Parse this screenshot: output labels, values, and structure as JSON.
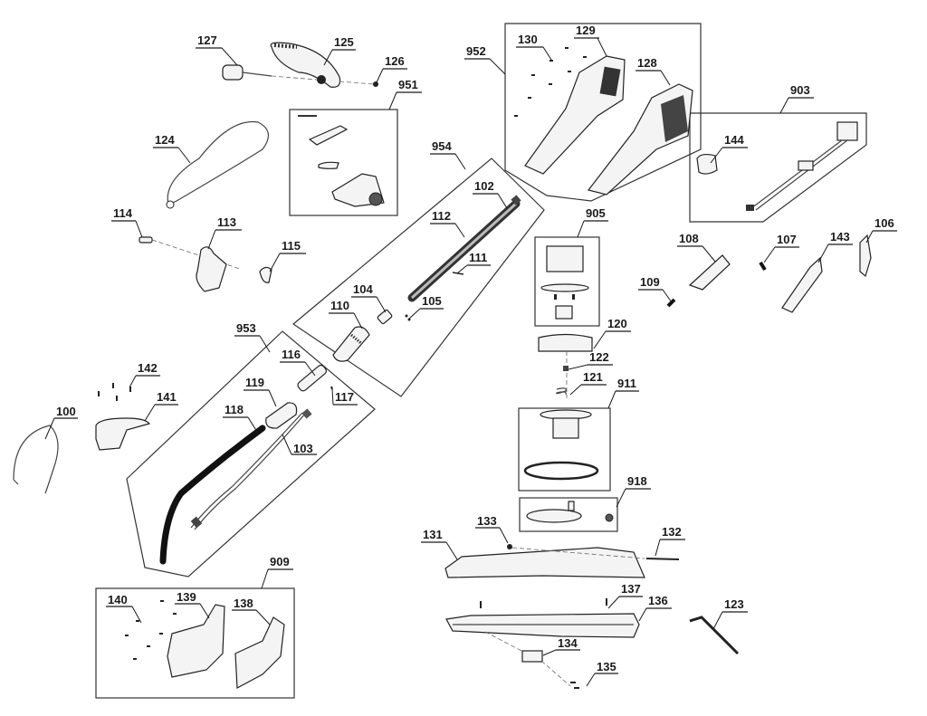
{
  "diagram": {
    "title": "Exploded parts diagram - cordless grass trimmer",
    "colors": {
      "line": "#1a1a1a",
      "background": "#ffffff",
      "part_fill": "#f4f4f4"
    },
    "labels": {
      "l100": "100",
      "l102": "102",
      "l103": "103",
      "l104": "104",
      "l105": "105",
      "l106": "106",
      "l107": "107",
      "l108": "108",
      "l109": "109",
      "l110": "110",
      "l111": "111",
      "l112": "112",
      "l113": "113",
      "l114": "114",
      "l115": "115",
      "l116": "116",
      "l117": "117",
      "l118": "118",
      "l119": "119",
      "l120": "120",
      "l121": "121",
      "l122": "122",
      "l123": "123",
      "l124": "124",
      "l125": "125",
      "l126": "126",
      "l127": "127",
      "l128": "128",
      "l129": "129",
      "l130": "130",
      "l131": "131",
      "l132": "132",
      "l133": "133",
      "l134": "134",
      "l135": "135",
      "l136": "136",
      "l137": "137",
      "l138": "138",
      "l139": "139",
      "l140": "140",
      "l141": "141",
      "l142": "142",
      "l143": "143",
      "l144": "144",
      "l903": "903",
      "l905": "905",
      "l909": "909",
      "l911": "911",
      "l918": "918",
      "l951": "951",
      "l952": "952",
      "l953": "953",
      "l954": "954"
    },
    "assemblies": [
      {
        "id": "903",
        "contains": [
          "144"
        ]
      },
      {
        "id": "905",
        "contains": []
      },
      {
        "id": "909",
        "contains": [
          "138",
          "139",
          "140"
        ]
      },
      {
        "id": "911",
        "contains": []
      },
      {
        "id": "918",
        "contains": []
      },
      {
        "id": "951",
        "contains": []
      },
      {
        "id": "952",
        "contains": [
          "128",
          "129",
          "130"
        ]
      },
      {
        "id": "953",
        "contains": [
          "103",
          "116",
          "117",
          "118",
          "119"
        ]
      },
      {
        "id": "954",
        "contains": [
          "102",
          "104",
          "105",
          "110",
          "111",
          "112"
        ]
      }
    ]
  }
}
